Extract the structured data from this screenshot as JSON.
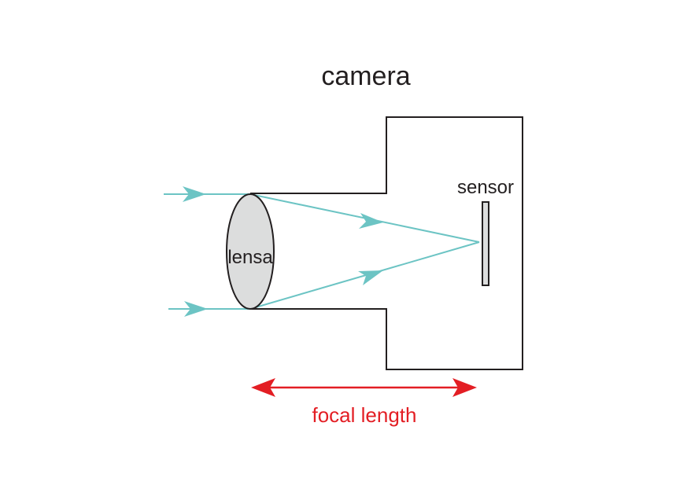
{
  "diagram": {
    "title": "camera",
    "labels": {
      "sensor": "sensor",
      "lens": "lensa",
      "focal_length": "focal length"
    },
    "colors": {
      "outline": "#231f20",
      "ray": "#6cc4c4",
      "lens_fill": "#dcdddd",
      "focal_arrow": "#e31e24",
      "text": "#231f20"
    }
  }
}
